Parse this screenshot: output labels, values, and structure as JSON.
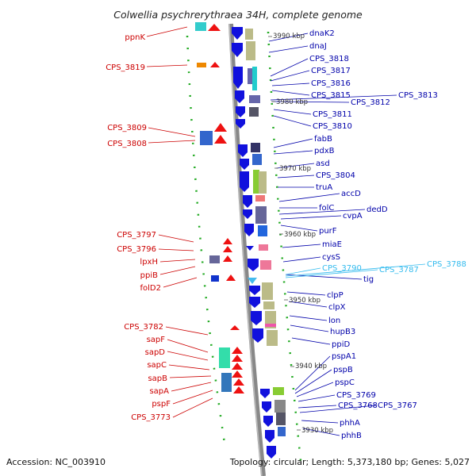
{
  "title": "Colwellia psychrerythraea 34H, complete genome",
  "footer": {
    "accession": "Accession: NC_003910",
    "summary": "Topology: circular; Length: 5,373,180 bp; Genes: 5,027"
  },
  "colors": {
    "forward_strand": "#ee1111",
    "reverse_strand": "#1111dd",
    "backbone": "#888888",
    "label_reverse": "#0000aa",
    "label_forward": "#cc0000",
    "label_rna": "#33bbee"
  },
  "kbp_markers": [
    "3990 kbp",
    "3980 kbp",
    "3970 kbp",
    "3960 kbp",
    "3950 kbp",
    "3940 kbp",
    "3930 kbp"
  ],
  "left_labels": [
    "ppnK",
    "CPS_3819",
    "CPS_3809",
    "CPS_3808",
    "CPS_3797",
    "CPS_3796",
    "lpxH",
    "ppiB",
    "folD2",
    "CPS_3782",
    "sapF",
    "sapD",
    "sapC",
    "sapB",
    "sapA",
    "pspF",
    "CPS_3773"
  ],
  "right_labels": [
    "dnaK2",
    "dnaJ",
    "CPS_3818",
    "CPS_3817",
    "CPS_3816",
    "CPS_3815",
    "CPS_3813",
    "CPS_3812",
    "CPS_3811",
    "CPS_3810",
    "fabB",
    "pdxB",
    "asd",
    "CPS_3804",
    "truA",
    "accD",
    "folC",
    "dedD",
    "cvpA",
    "purF",
    "miaE",
    "cysS",
    "tig",
    "clpP",
    "clpX",
    "lon",
    "hupB3",
    "ppiD",
    "pspA1",
    "pspB",
    "pspC",
    "CPS_3769",
    "CPS_3768",
    "CPS_3767",
    "phhA",
    "phhB"
  ],
  "rna_labels": [
    "CPS_3790",
    "CPS_3788",
    "CPS_3787"
  ]
}
